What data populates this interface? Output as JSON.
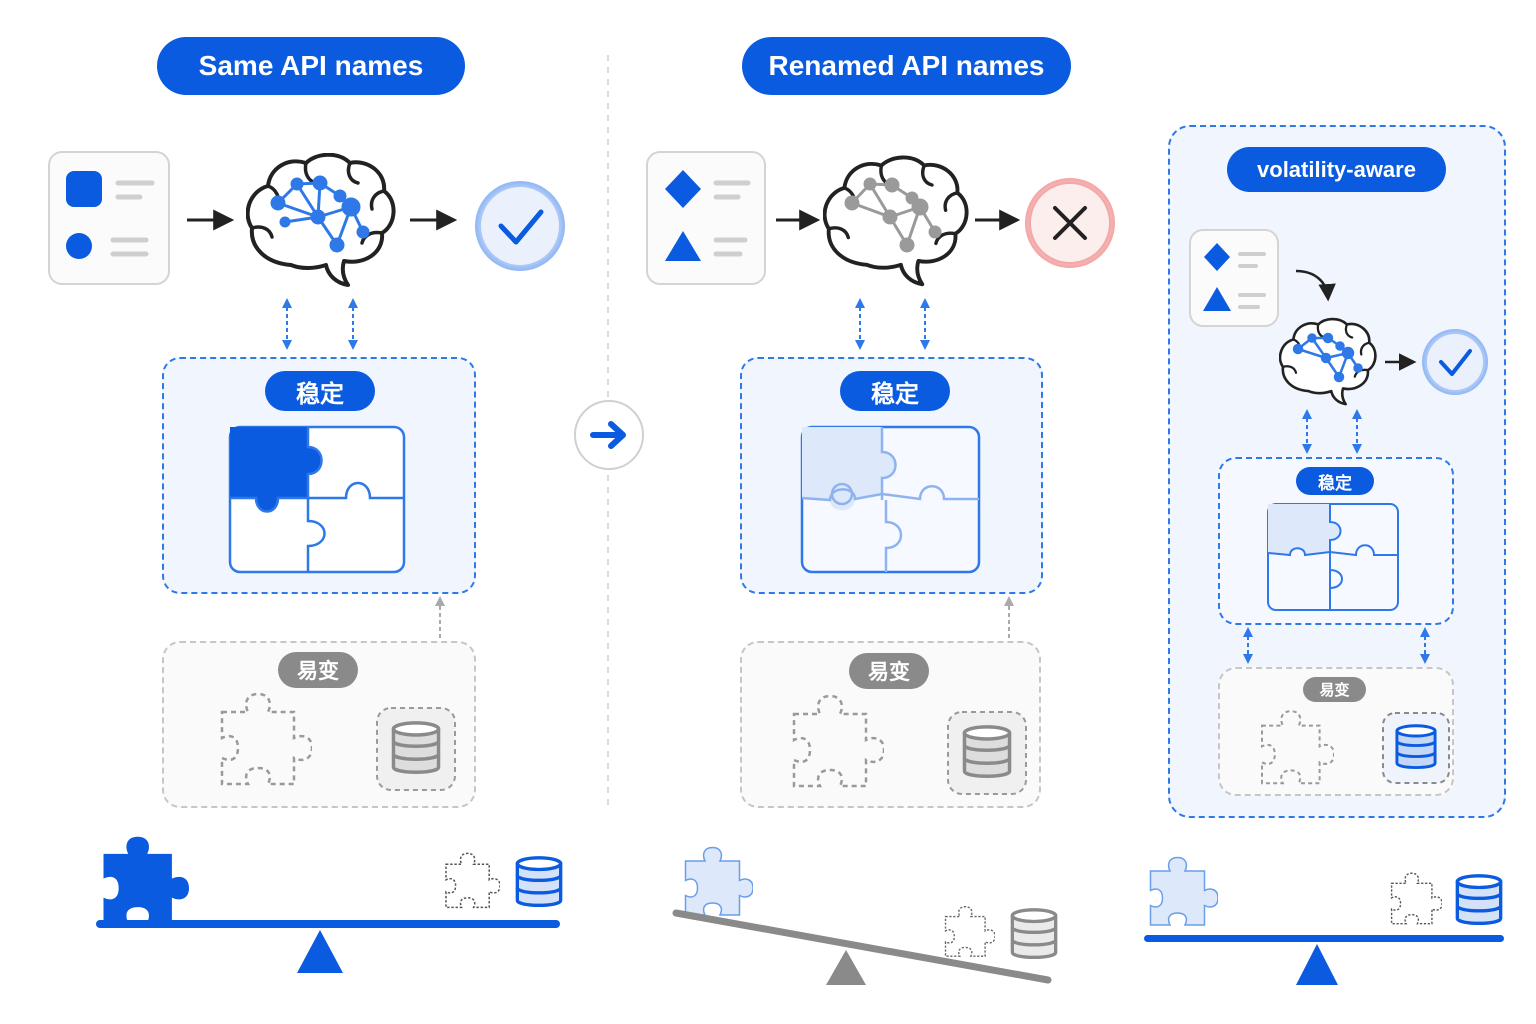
{
  "left_panel": {
    "title": "Same API names",
    "stable_label": "稳定",
    "volatile_label": "易变"
  },
  "middle_panel": {
    "title": "Renamed API names",
    "stable_label": "稳定",
    "volatile_label": "易变"
  },
  "right_panel": {
    "title": "volatility-aware",
    "stable_label": "稳定",
    "volatile_label": "易变"
  },
  "icons": {
    "transition": "arrow-right-icon",
    "success": "check-icon",
    "failure": "x-icon",
    "model": "brain-network-icon",
    "stable_module": "puzzle-icon",
    "volatile_store": "database-icon",
    "balance": "seesaw-icon"
  },
  "colors": {
    "accent": "#0a5be0",
    "stable_fill": "#f1f6fe",
    "volatile_grey": "#8a8a8a",
    "success_glow": "#8fb6f5",
    "failure_glow": "#f5a3a3"
  }
}
